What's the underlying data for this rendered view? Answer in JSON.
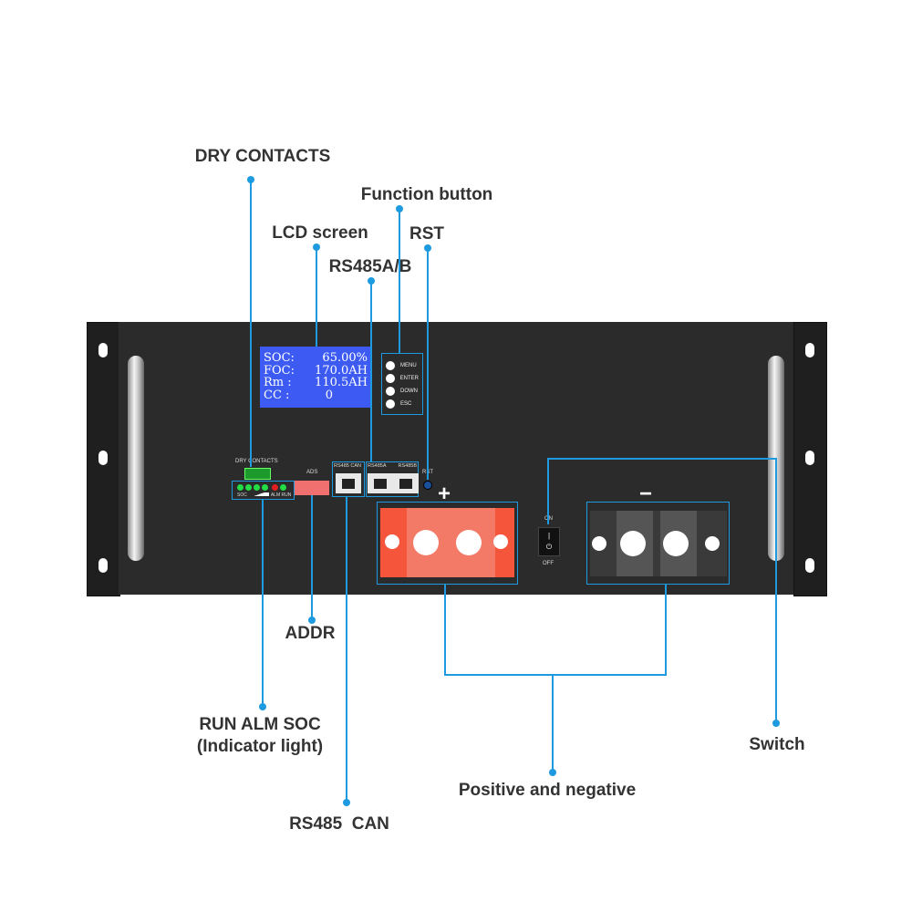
{
  "labels": {
    "dry_contacts": "DRY CONTACTS",
    "function_button": "Function button",
    "lcd_screen": "LCD screen",
    "rst": "RST",
    "rs485ab": "RS485A/B",
    "addr": "ADDR",
    "run_alm_soc": "RUN ALM SOC",
    "indicator_light": "(Indicator light)",
    "rs485_can": "RS485  CAN",
    "positive_negative": "Positive and negative",
    "switch": "Switch"
  },
  "lcd": {
    "rows": [
      {
        "key": "SOC:",
        "value": "65.00%"
      },
      {
        "key": "FOC:",
        "value": "170.0AH"
      },
      {
        "key": "Rm  :",
        "value": "110.5AH"
      },
      {
        "key": "CC  :",
        "value": "0"
      }
    ]
  },
  "function_buttons": [
    "MENU",
    "ENTER",
    "DOWN",
    "ESC"
  ],
  "panel": {
    "dry_contacts": "DRY CONTACTS",
    "ads": "ADS",
    "rs485_can": "RS485 CAN",
    "rs485a": "RS485A",
    "rs485b": "RS485B",
    "rst": "RST",
    "soc": "SOC",
    "alm": "ALM",
    "run": "RUN",
    "on": "ON",
    "off": "OFF",
    "plus": "+",
    "minus": "−"
  },
  "colors": {
    "leader": "#1e9be0",
    "lcd": "#3d5bf2",
    "positive": "#f5553a",
    "negative": "#444444",
    "led_green": "#22dd44",
    "led_red": "#e02020"
  }
}
